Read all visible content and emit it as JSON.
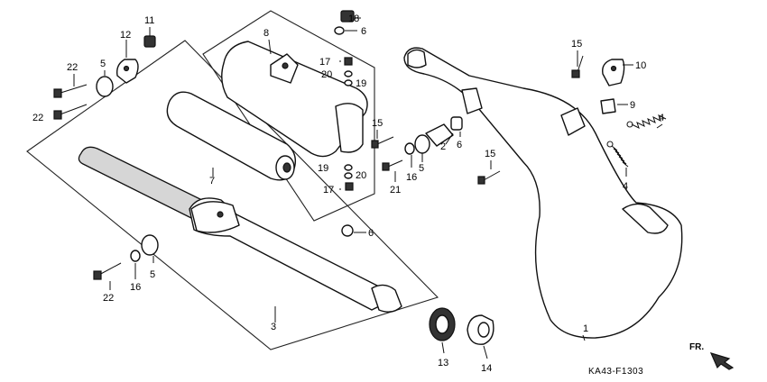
{
  "reference_code": "KA43-F1303",
  "direction_label": "FR.",
  "callouts": [
    {
      "id": "c1",
      "label": "1"
    },
    {
      "id": "c2",
      "label": "2"
    },
    {
      "id": "c3",
      "label": "3"
    },
    {
      "id": "c4a",
      "label": "4"
    },
    {
      "id": "c4b",
      "label": "4"
    },
    {
      "id": "c5a",
      "label": "5"
    },
    {
      "id": "c5b",
      "label": "5"
    },
    {
      "id": "c5c",
      "label": "5"
    },
    {
      "id": "c6a",
      "label": "6"
    },
    {
      "id": "c6b",
      "label": "6"
    },
    {
      "id": "c6c",
      "label": "6"
    },
    {
      "id": "c7",
      "label": "7"
    },
    {
      "id": "c8",
      "label": "8"
    },
    {
      "id": "c9",
      "label": "9"
    },
    {
      "id": "c10",
      "label": "10"
    },
    {
      "id": "c11",
      "label": "11"
    },
    {
      "id": "c12",
      "label": "12"
    },
    {
      "id": "c13",
      "label": "13"
    },
    {
      "id": "c14",
      "label": "14"
    },
    {
      "id": "c15a",
      "label": "15"
    },
    {
      "id": "c15b",
      "label": "15"
    },
    {
      "id": "c15c",
      "label": "15"
    },
    {
      "id": "c16a",
      "label": "16"
    },
    {
      "id": "c16b",
      "label": "16"
    },
    {
      "id": "c17a",
      "label": "17"
    },
    {
      "id": "c17b",
      "label": "17"
    },
    {
      "id": "c18",
      "label": "18"
    },
    {
      "id": "c19a",
      "label": "19"
    },
    {
      "id": "c19b",
      "label": "19"
    },
    {
      "id": "c20a",
      "label": "20"
    },
    {
      "id": "c20b",
      "label": "20"
    },
    {
      "id": "c21",
      "label": "21"
    },
    {
      "id": "c22a",
      "label": "22"
    },
    {
      "id": "c22b",
      "label": "22"
    },
    {
      "id": "c22c",
      "label": "22"
    }
  ]
}
